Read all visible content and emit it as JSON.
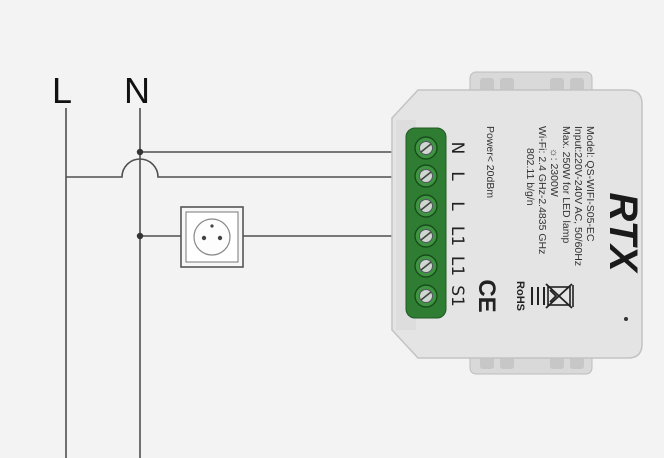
{
  "wiring": {
    "line_label": "L",
    "neutral_label": "N"
  },
  "module": {
    "brand": "RTX",
    "terminals": [
      "N",
      "L",
      "L",
      "L1",
      "L1",
      "S1"
    ],
    "specs": [
      "Model: QS-WIFI-S05-EC",
      "Input:220V-240V AC, 50/60Hz",
      "Max. 250W for LED lamp",
      "☼: 2300W",
      "Wi-Fi: 2.4 GHz-2.4835 GHz",
      "802.11 b/g/n",
      "Power< 20dBm"
    ],
    "marks": {
      "rohs": "RoHS",
      "ce": "CE"
    }
  }
}
